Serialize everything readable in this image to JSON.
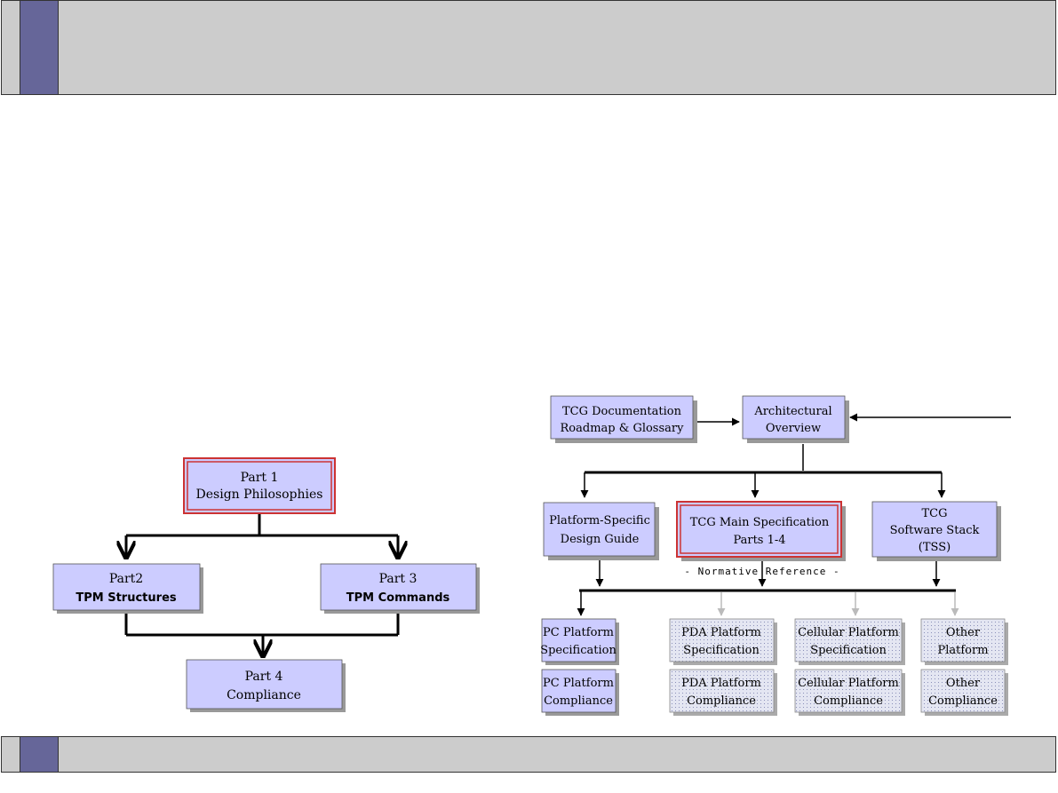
{
  "colors": {
    "bar": "#cccccc",
    "accent": "#666699",
    "box_fill": "#ccccff",
    "box_fill_dotted": "#dde0ee",
    "highlight_border": "#cc3333"
  },
  "left_diagram": {
    "part1": {
      "line1": "Part 1",
      "line2": "Design Philosophies"
    },
    "part2": {
      "line1": "Part2",
      "line2": "TPM Structures"
    },
    "part3": {
      "line1": "Part 3",
      "line2": "TPM Commands"
    },
    "part4": {
      "line1": "Part 4",
      "line2": "Compliance"
    }
  },
  "right_diagram": {
    "roadmap": {
      "line1": "TCG Documentation",
      "line2": "Roadmap & Glossary"
    },
    "architectural": {
      "line1": "Architectural",
      "line2": "Overview"
    },
    "platform_guide": {
      "line1": "Platform-Specific",
      "line2": "Design Guide"
    },
    "main_spec": {
      "line1": "TCG Main Specification",
      "line2": "Parts 1-4"
    },
    "tss": {
      "line1": "TCG",
      "line2": "Software Stack",
      "line3": "(TSS)"
    },
    "normative_label": "- Normative Reference -",
    "pc_spec": {
      "line1": "PC Platform",
      "line2": "Specification"
    },
    "pda_spec": {
      "line1": "PDA Platform",
      "line2": "Specification"
    },
    "cell_spec": {
      "line1": "Cellular Platform",
      "line2": "Specification"
    },
    "other_platform": {
      "line1": "Other",
      "line2": "Platform"
    },
    "pc_comp": {
      "line1": "PC Platform",
      "line2": "Compliance"
    },
    "pda_comp": {
      "line1": "PDA Platform",
      "line2": "Compliance"
    },
    "cell_comp": {
      "line1": "Cellular Platform",
      "line2": "Compliance"
    },
    "other_comp": {
      "line1": "Other",
      "line2": "Compliance"
    }
  }
}
